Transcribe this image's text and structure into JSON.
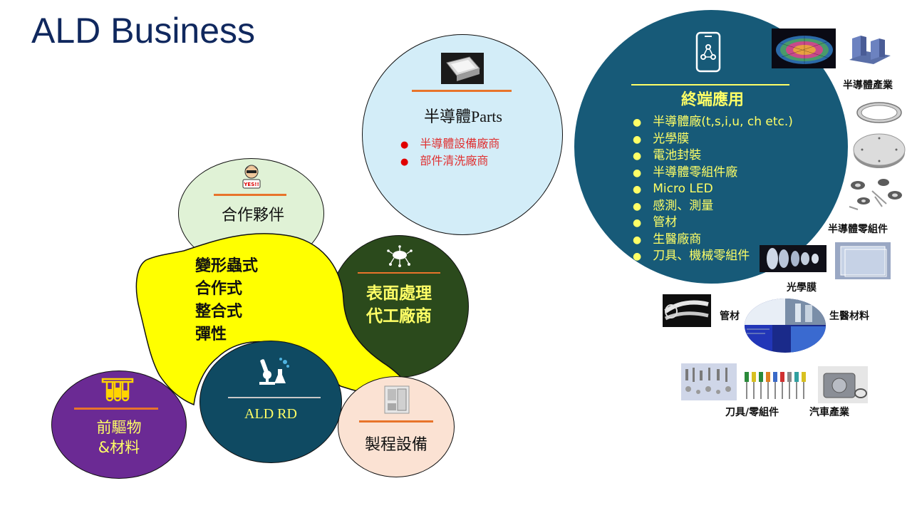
{
  "page_title": "ALD Business",
  "parts": {
    "title": "半導體Parts",
    "items": [
      "半導體設備廠商",
      "部件清洗廠商"
    ]
  },
  "end_use": {
    "title": "終端應用",
    "items": [
      "半導體廠(t,s,i,u, ch  etc.)",
      "光學膜",
      "電池封裝",
      "半導體零組件廠",
      "Micro LED",
      "感測、測量",
      "管材",
      "生醫廠商",
      "刀具、機械零組件"
    ]
  },
  "partner": {
    "label": "合作夥伴"
  },
  "business_model": {
    "lines": [
      "變形蟲式",
      "合作式",
      "整合式",
      "彈性"
    ]
  },
  "surface": {
    "lines": [
      "表面處理",
      "代工廠商"
    ]
  },
  "precursor": {
    "lines": [
      "前驅物",
      "&材料"
    ]
  },
  "ald_rd": {
    "label": "ALD RD"
  },
  "equipment": {
    "label": "製程設備"
  },
  "applications": {
    "semiconductor_industry": "半導體產業",
    "semiconductor_parts": "半導體零組件",
    "optical_film": "光學膜",
    "tubing": "管材",
    "biomedical": "生醫材料",
    "tools": "刀具/零組件",
    "automotive": "汽車產業"
  },
  "colors": {
    "title": "#10285e",
    "parts_circle": "#d3edf8",
    "end_use_circle": "#175a78",
    "partner_circle": "#e0f2d6",
    "blob": "#ffff00",
    "surface_circle": "#2b4a1c",
    "precursor_circle": "#6b2a94",
    "ald_rd_circle": "#0f4a62",
    "equipment_circle": "#fbe2d3",
    "accent_rule": "#e8742b",
    "end_use_text": "#ffff66"
  }
}
